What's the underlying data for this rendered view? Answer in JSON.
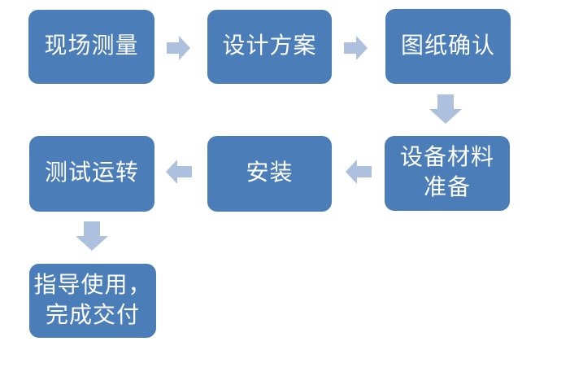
{
  "colors": {
    "node_fill": "#4b7db9",
    "arrow_fill": "#adc0de",
    "node_text": "#ffffff",
    "background": "#ffffff"
  },
  "diagram": {
    "type": "flowchart",
    "nodes": [
      {
        "id": "onsite-measurement",
        "label": "现场测量"
      },
      {
        "id": "design-plan",
        "label": "设计方案"
      },
      {
        "id": "drawing-confirmation",
        "label": "图纸确认"
      },
      {
        "id": "equipment-material-preparation",
        "label": "设备材料\n准备"
      },
      {
        "id": "installation",
        "label": "安装"
      },
      {
        "id": "test-operation",
        "label": "测试运转"
      },
      {
        "id": "guide-use-complete-delivery",
        "label": "指导使用，\n完成交付"
      }
    ],
    "connectors": [
      {
        "direction": "right",
        "from": "现场测量",
        "to": "设计方案"
      },
      {
        "direction": "right",
        "from": "设计方案",
        "to": "图纸确认"
      },
      {
        "direction": "down",
        "from": "图纸确认",
        "to": "设备材料准备"
      },
      {
        "direction": "left",
        "from": "设备材料准备",
        "to": "安装"
      },
      {
        "direction": "left",
        "from": "安装",
        "to": "测试运转"
      },
      {
        "direction": "down",
        "from": "测试运转",
        "to": "指导使用，完成交付"
      }
    ]
  }
}
